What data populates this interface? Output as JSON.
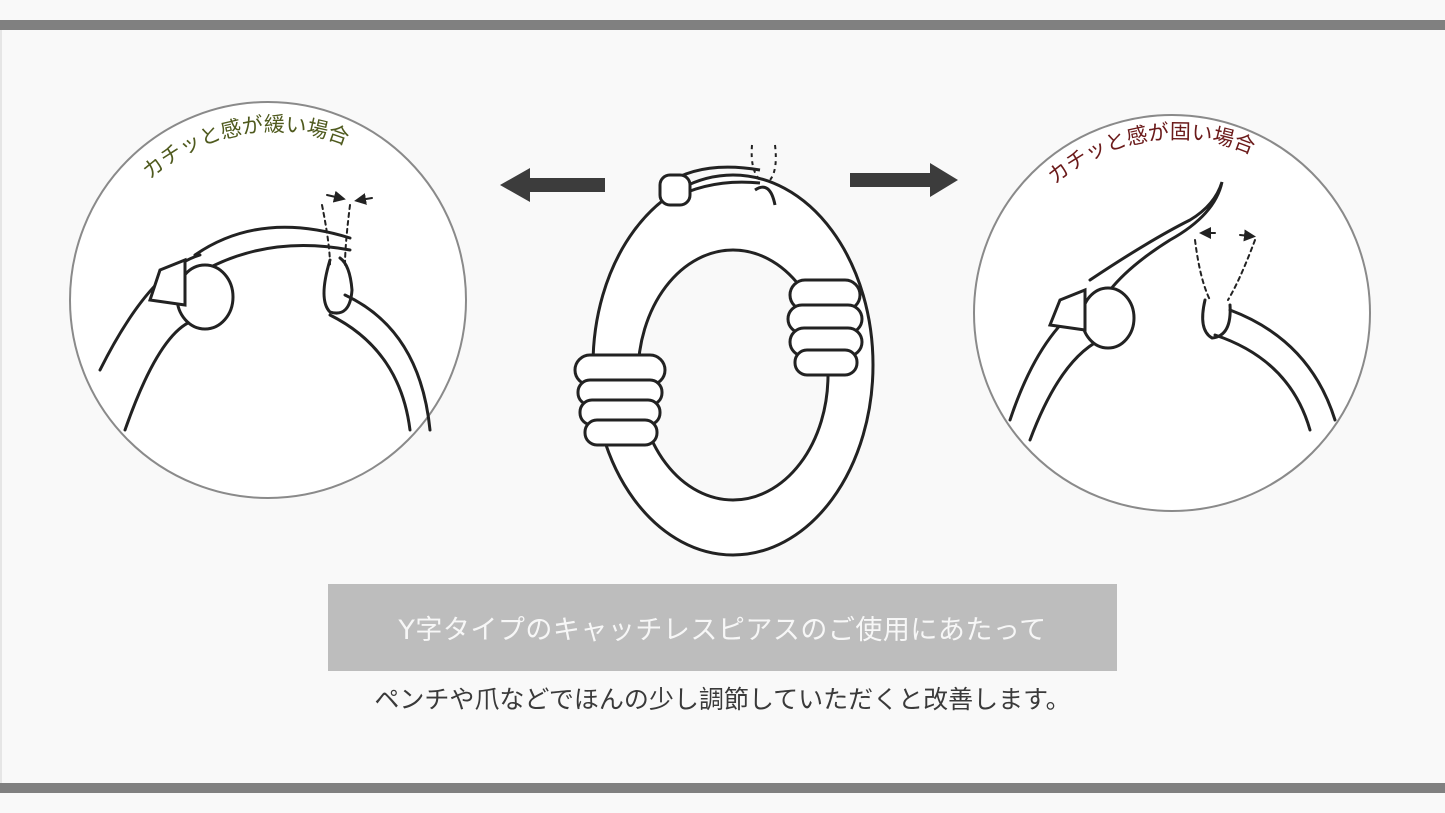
{
  "left_panel": {
    "label": "カチッと感が緩い場合",
    "label_color": "#4f5a1e"
  },
  "right_panel": {
    "label": "カチッと感が固い場合",
    "label_color": "#6b1a1a"
  },
  "title": "Y字タイプのキャッチレスピアスのご使用にあたって",
  "subtitle": "ペンチや爪などでほんの少し調節していただくと改善します。",
  "colors": {
    "frame_bar": "#808080",
    "title_box": "#bdbdbd",
    "arrow": "#3c3c3c"
  }
}
